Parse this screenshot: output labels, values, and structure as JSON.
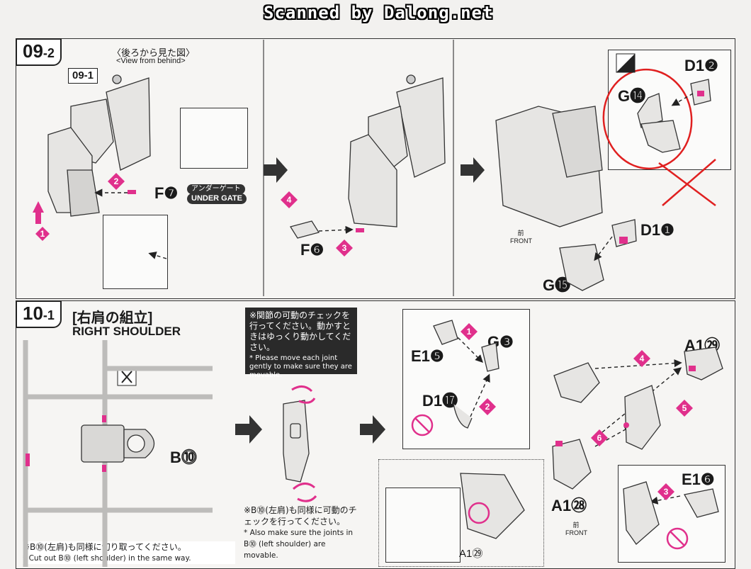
{
  "watermark": "Scanned by Dalong.net",
  "colors": {
    "accent": "#e0308c",
    "annotation_red": "#e02020",
    "ink": "#1a1a1a"
  },
  "step_top": {
    "number": "09",
    "sub": "-2",
    "view_jp": "〈後ろから見た図〉",
    "view_en": "<View from behind>",
    "ref": "09-1",
    "part_f7": "F❼",
    "gate_jp": "アンダーゲート",
    "gate_en": "UNDER GATE",
    "part_f6": "F❻",
    "part_d1_2": "D1❷",
    "part_g14": "G⓮",
    "part_d1_1": "D1❶",
    "part_g15": "G⓯",
    "front_jp": "前",
    "front_en": "FRONT",
    "arrows": [
      "1",
      "2",
      "4",
      "3"
    ]
  },
  "step_bottom": {
    "number": "10",
    "sub": "-1",
    "title_jp": "[右肩の組立]",
    "title_en": "RIGHT SHOULDER",
    "part_b10": "B⓾",
    "notice_jp": "※関節の可動のチェックを行ってください。動かすときはゆっくり動かしてください。",
    "notice_en": "* Please move each joint gently to make sure they are movable.",
    "note_mid_jp": "※B⓾(左肩)も同様に可動のチェックを行ってください。",
    "note_mid_en": "* Also make sure the joints in B⓾ (left shoulder) are movable.",
    "note_left_jp": "※B⓾(左肩)も同様に切り取ってください。",
    "note_left_en": "* Cut out B⓾ (left shoulder) in the same way.",
    "part_e1_5": "E1❺",
    "part_g3": "G❸",
    "part_d1_17": "D1⓱",
    "part_a1_29": "A1㉙",
    "part_a1_29b": "A1㉙",
    "part_a1_28": "A1㉘",
    "part_e1_6": "E1❻",
    "front_jp": "前",
    "front_en": "FRONT",
    "arrows": [
      "1",
      "2",
      "4",
      "5",
      "6",
      "3"
    ]
  }
}
